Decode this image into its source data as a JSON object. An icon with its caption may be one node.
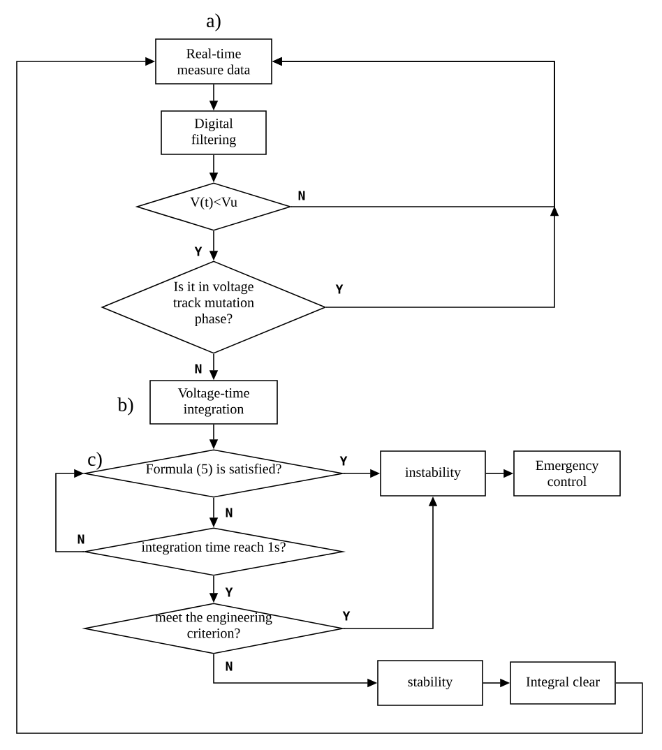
{
  "diagram": {
    "nodes": [
      {
        "text": [
          "Real-time measure data"
        ]
      },
      {
        "text": [
          "Digital filtering"
        ]
      },
      {
        "text": [
          "V(t)<Vu"
        ]
      },
      {
        "text": [
          "Is it in voltage track mutation phase?"
        ]
      },
      {
        "text": [
          "Voltage-time integration"
        ]
      },
      {
        "text": [
          "Formula (5) is satisfied?"
        ]
      },
      {
        "text": [
          "integration time reach 1s?"
        ]
      },
      {
        "text": [
          "meet the engineering criterion?"
        ]
      },
      {
        "text": [
          "instability"
        ]
      },
      {
        "text": [
          "Emergency control"
        ]
      },
      {
        "text": [
          "stability"
        ]
      },
      {
        "text": [
          "Integral clear"
        ]
      }
    ],
    "edges": [
      {
        "from": 0,
        "to": 1,
        "arrow": "to"
      },
      {
        "from": 1,
        "to": 2,
        "arrow": "to"
      },
      {
        "from": 2,
        "to": 3,
        "arrow": "to",
        "label": "Y"
      },
      {
        "from": 2,
        "to": 0,
        "arrow": "to",
        "label": "N"
      },
      {
        "from": 3,
        "to": 0,
        "arrow": "to",
        "label": "Y"
      },
      {
        "from": 3,
        "to": 4,
        "arrow": "to",
        "label": "N"
      },
      {
        "from": 4,
        "to": 5,
        "arrow": "to"
      },
      {
        "from": 5,
        "to": 8,
        "arrow": "to",
        "label": "Y"
      },
      {
        "from": 5,
        "to": 6,
        "arrow": "to",
        "label": "N"
      },
      {
        "from": 6,
        "to": 5,
        "arrow": "to",
        "label": "N"
      },
      {
        "from": 6,
        "to": 7,
        "arrow": "to",
        "label": "Y"
      },
      {
        "from": 7,
        "to": 8,
        "arrow": "to",
        "label": "Y"
      },
      {
        "from": 8,
        "to": 9,
        "arrow": "to"
      },
      {
        "from": 7,
        "to": 10,
        "arrow": "to",
        "label": "N"
      },
      {
        "from": 10,
        "to": 11,
        "arrow": "to"
      },
      {
        "from": 11,
        "to": 0,
        "arrow": "to"
      }
    ],
    "labels": [
      "a)",
      "b)",
      "c)"
    ]
  }
}
